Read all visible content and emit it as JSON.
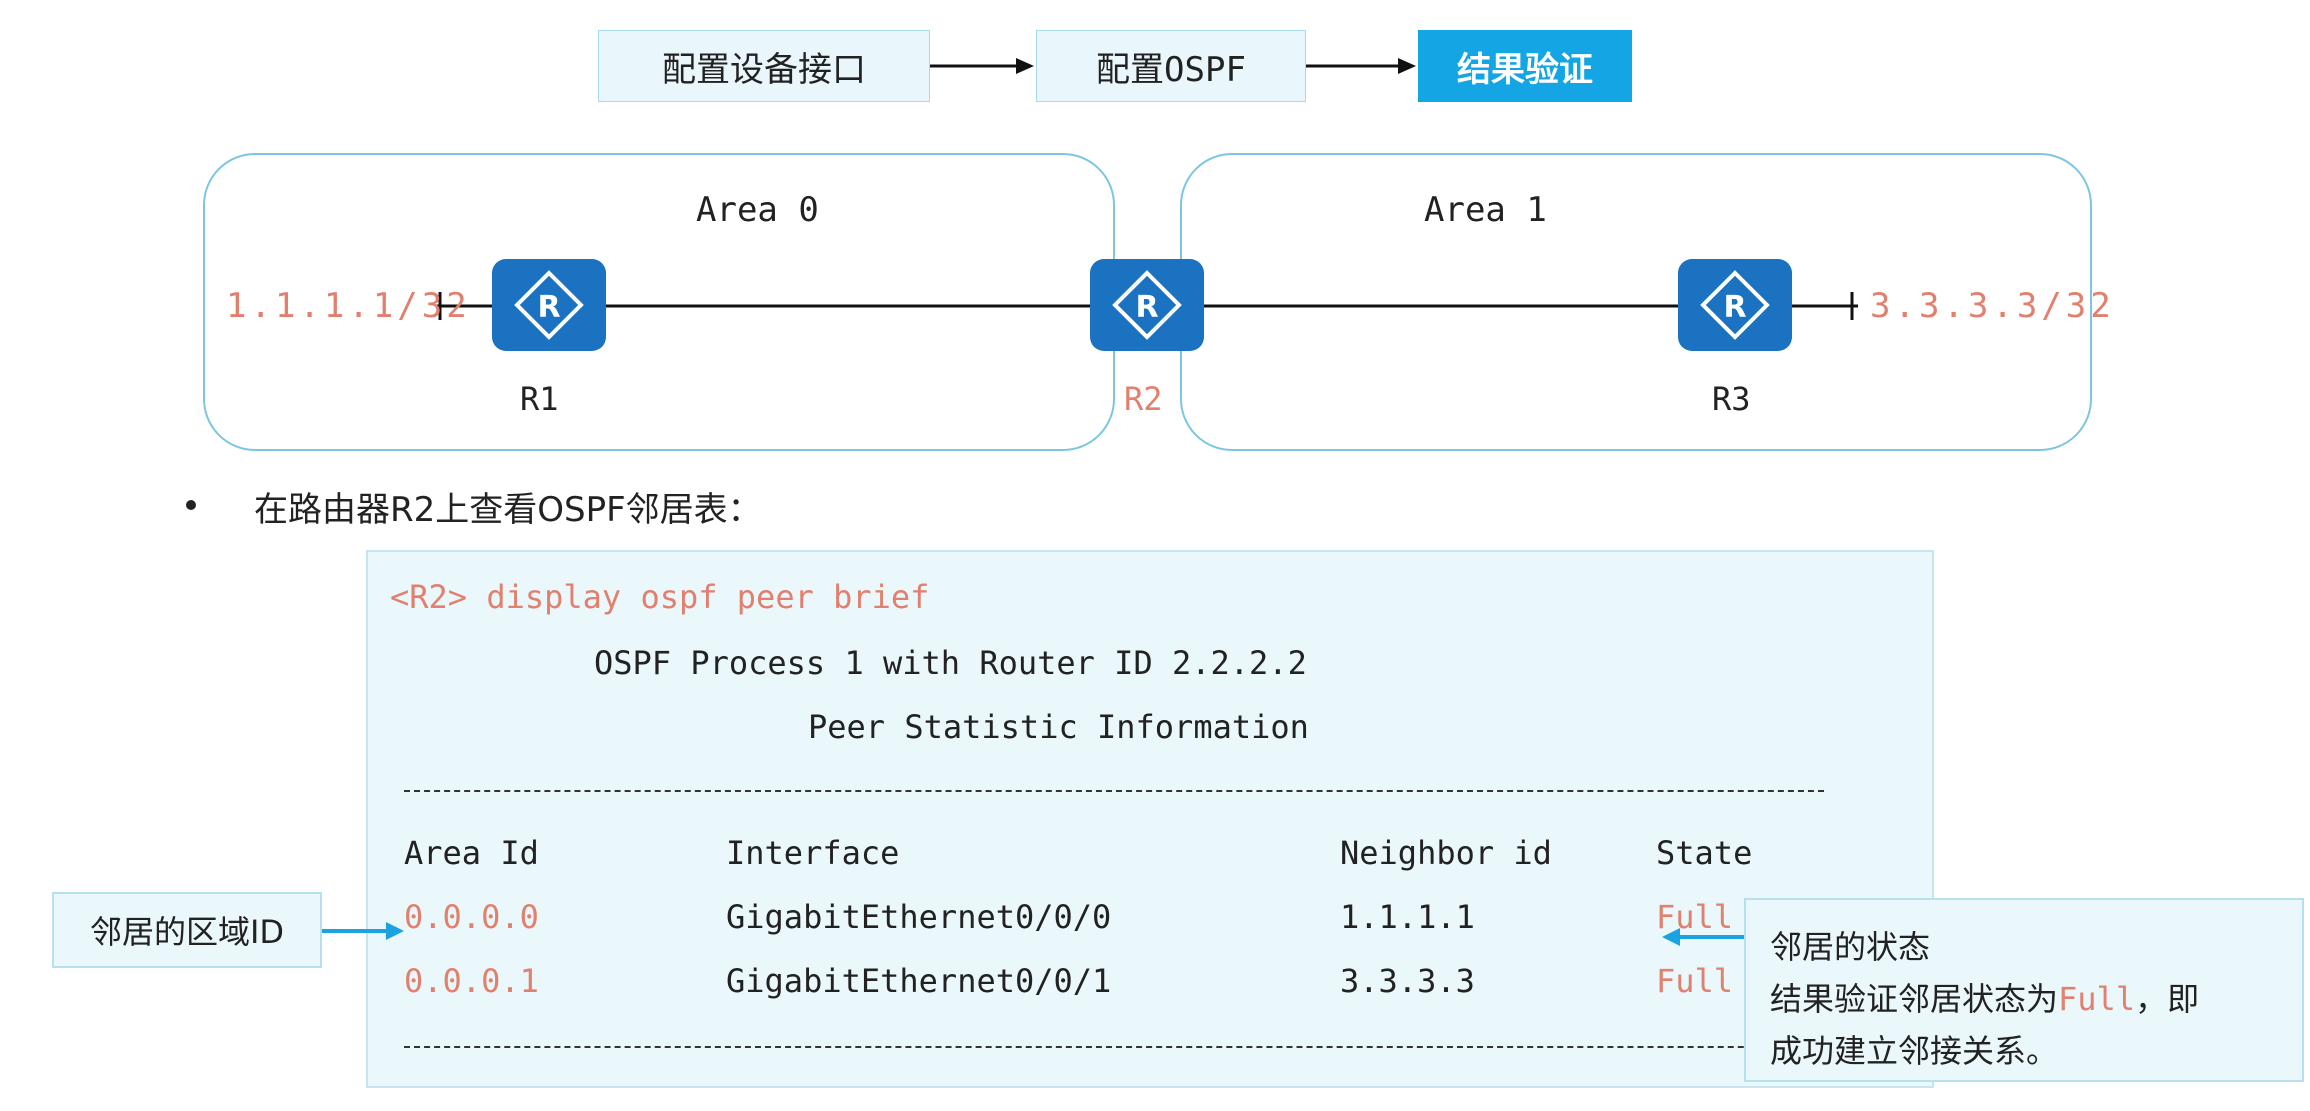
{
  "steps": [
    {
      "label": "配置设备接口"
    },
    {
      "label": "配置OSPF"
    },
    {
      "label": "结果验证"
    }
  ],
  "topology": {
    "area0": "Area 0",
    "area1": "Area 1",
    "routers": [
      {
        "label": "R1"
      },
      {
        "label": "R2"
      },
      {
        "label": "R3"
      }
    ],
    "r1_ip": "1.1.1.1/32",
    "r3_ip": "3.3.3.3/32"
  },
  "bullet": {
    "text": "在路由器R2上查看OSPF邻居表："
  },
  "cli": {
    "command": "<R2> display ospf peer brief",
    "process_line": "OSPF Process 1 with Router ID 2.2.2.2",
    "stat_line": "Peer Statistic Information",
    "headers": [
      "Area Id",
      "Interface",
      "Neighbor id",
      "State"
    ],
    "rows": [
      {
        "area": "0.0.0.0",
        "interface": "GigabitEthernet0/0/0",
        "neighbor": "1.1.1.1",
        "state": "Full"
      },
      {
        "area": "0.0.0.1",
        "interface": "GigabitEthernet0/0/1",
        "neighbor": "3.3.3.3",
        "state": "Full"
      }
    ]
  },
  "callouts": {
    "left": "邻居的区域ID",
    "right_title": "邻居的状态",
    "right_line1_prefix": "结果验证邻居状态为",
    "right_line1_highlight": "Full",
    "right_line1_suffix": "，即",
    "right_line2": "成功建立邻接关系。"
  },
  "colors": {
    "accent": "#13a5e4",
    "ip_red": "#e2806f",
    "router_blue": "#1a72c0",
    "area_border": "#7dc6e2"
  }
}
